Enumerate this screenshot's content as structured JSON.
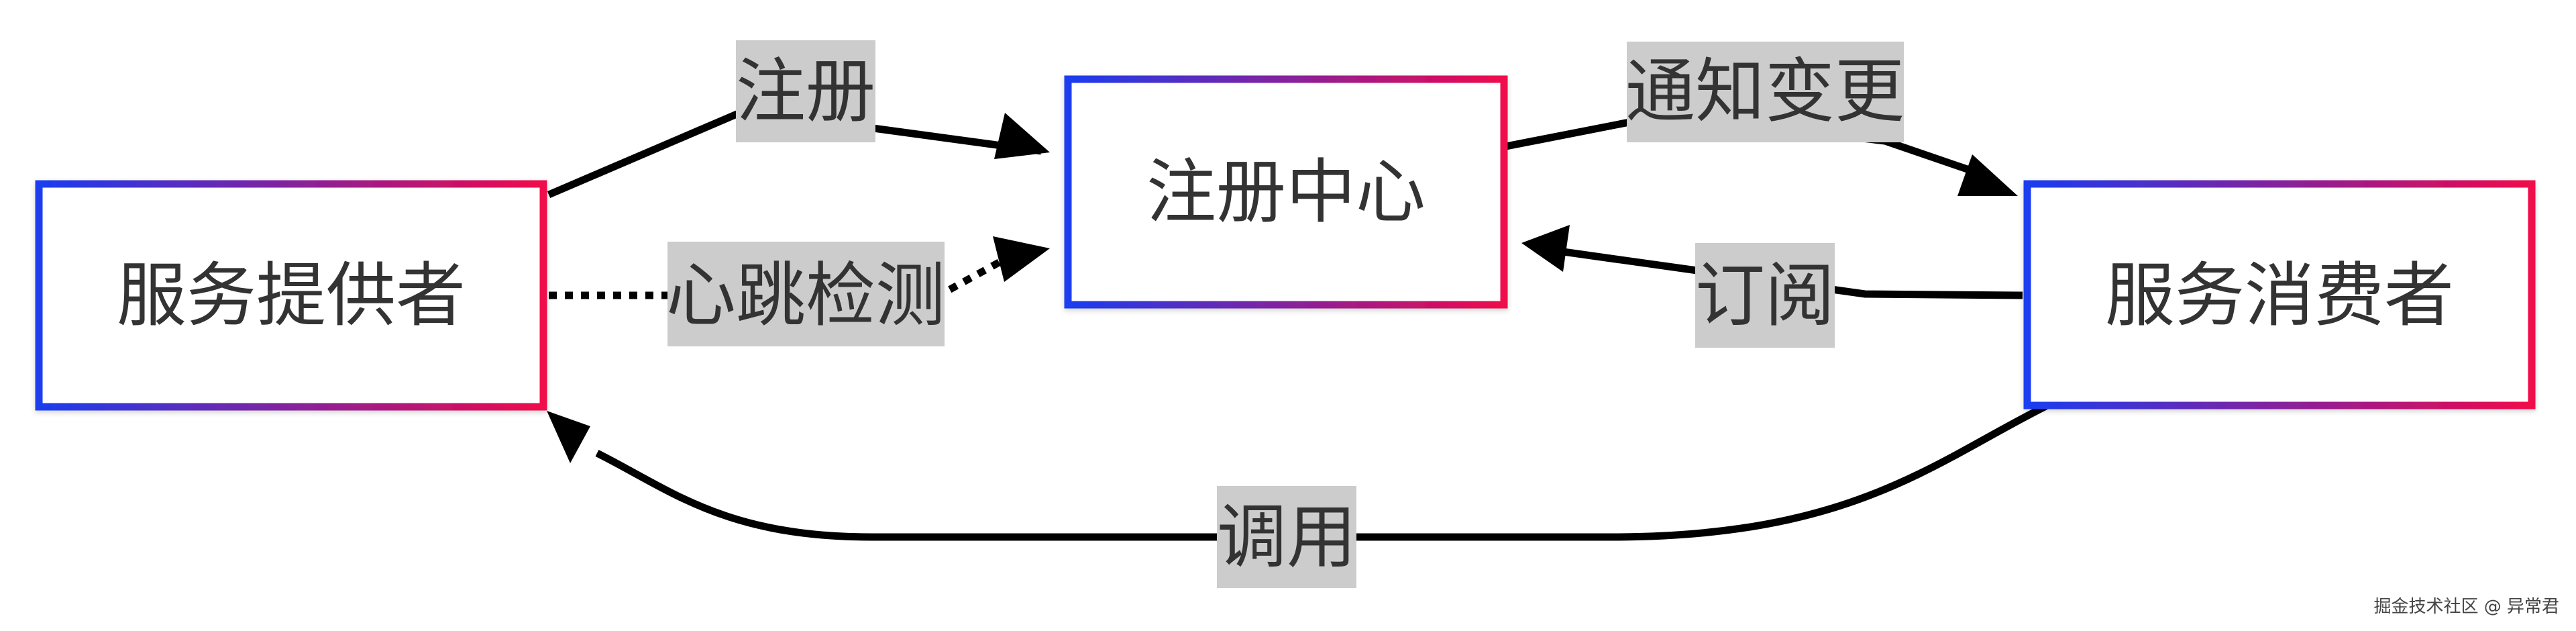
{
  "nodes": {
    "provider": {
      "label": "服务提供者"
    },
    "registry": {
      "label": "注册中心"
    },
    "consumer": {
      "label": "服务消费者"
    }
  },
  "edges": {
    "register": {
      "label": "注册"
    },
    "heartbeat": {
      "label": "心跳检测"
    },
    "notify": {
      "label": "通知变更"
    },
    "subscribe": {
      "label": "订阅"
    },
    "invoke": {
      "label": "调用"
    }
  },
  "watermark": "掘金技术社区 @ 异常君",
  "colors": {
    "border_start": "#1a3cf0",
    "border_end": "#f0084b",
    "line": "#000000",
    "label_bg": "#cccccc",
    "text": "#333333"
  }
}
